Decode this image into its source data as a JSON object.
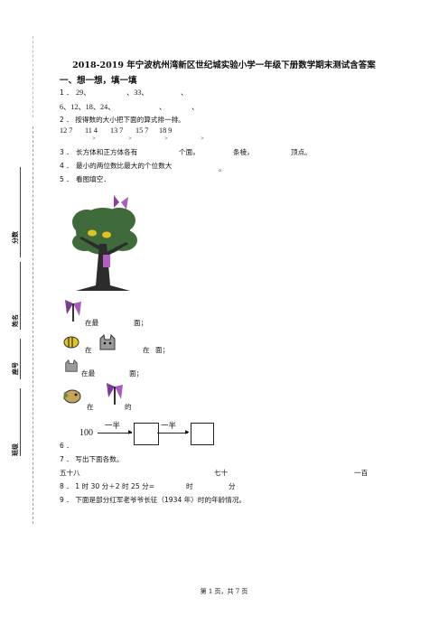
{
  "title": "2018-2019 年宁波杭州湾新区世纪城实验小学一年级下册数学期末测试含答案",
  "section1": "一、想一想，填一填",
  "q1": {
    "num": "1 ．",
    "items": [
      "29、",
      "、33、",
      "、"
    ]
  },
  "q1b": {
    "items": [
      "6、12、18、24、",
      "、",
      "、"
    ]
  },
  "q2": "2 ． 按得数的大小把下面的算式排一排。",
  "q2_exprs": [
    "12 7",
    "11 4",
    "13 7",
    "15 7",
    "18 9"
  ],
  "q2_signs": [
    ">",
    ">",
    ">",
    ">"
  ],
  "q3": {
    "num": "3 ．",
    "text1": "长方体和正方体各有",
    "text2": "个面，",
    "text3": "条棱，",
    "text4": "顶点。"
  },
  "q4": {
    "num": "4 ．",
    "text": "最小的两位数比最大的个位数大",
    "end": "。"
  },
  "q5": {
    "num": "5 ．",
    "text": "看图填空．"
  },
  "fill": [
    {
      "a": "在最",
      "b": "面；"
    },
    {
      "a": "在",
      "b": "在",
      "c": "面；"
    },
    {
      "a": "在最",
      "b": "面；"
    },
    {
      "a": "在",
      "b": "的"
    }
  ],
  "chain": {
    "start": "100",
    "op1": "一半",
    "op2": "一半"
  },
  "q6": "6 ．",
  "q7": "7 ． 写出下面各数。",
  "q7_items": [
    "五十八",
    "七十",
    "一百"
  ],
  "q8": {
    "text": "8 ． 1 时 30 分＋2 时 25 分=",
    "mid": "时",
    "end": "分"
  },
  "q9": "9 ． 下面是部分红军老爷爷长征（1934 年）时的年龄情况。",
  "sidebar": {
    "score": "分数",
    "name": "姓名",
    "id": "座号",
    "class": "班级"
  },
  "footer": "第 1 页，共 7 页",
  "icons": [
    "tree-picture",
    "butterfly-icon",
    "bee-icon",
    "cat-icon",
    "bird-icon"
  ]
}
